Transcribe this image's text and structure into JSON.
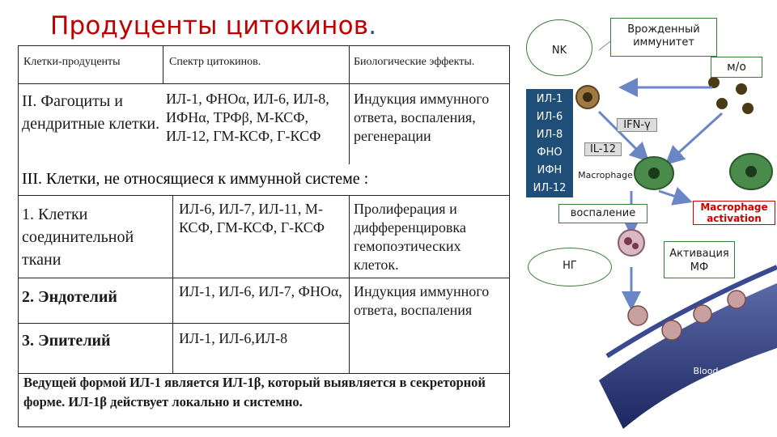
{
  "title": "Продуценты цитокинов",
  "title_dot": ".",
  "table": {
    "headers": [
      "Клетки-продуценты",
      "Спектр цитокинов.",
      "Биологические эффекты."
    ],
    "section2": {
      "producers": "II. Фагоциты и дендритные клетки.",
      "cytokines": "ИЛ-1, ФНОα, ИЛ-6, ИЛ-8, ИФНα, ТРФβ, М-КСФ, ИЛ-12, ГМ-КСФ, Г-КСФ",
      "effects": "Индукция иммунного ответа, воспаления, регенерации"
    },
    "section3_title": "III. Клетки, не относящиеся к иммунной системе :",
    "rows": [
      {
        "producers": "1. Клетки соединительной ткани",
        "cytokines": "ИЛ-6, ИЛ-7, ИЛ-11, М-КСФ, ГМ-КСФ, Г-КСФ",
        "effects": "Пролиферация и дифференцировка гемопоэтических клеток."
      },
      {
        "producers": "2. Эндотелий",
        "cytokines": "ИЛ-1, ИЛ-6, ИЛ-7, ФНОα,",
        "effects": "Индукция иммунного ответа, воспаления"
      },
      {
        "producers": "3. Эпителий",
        "cytokines": "ИЛ-1, ИЛ-6,ИЛ-8",
        "effects": ""
      }
    ],
    "footer": "Ведущей формой ИЛ-1 является ИЛ-1β, который выявляется в секреторной форме. ИЛ-1β действует локально и системно."
  },
  "diagram": {
    "nk": "NK",
    "innate": "Врожденный иммунитет",
    "mo": "м/о",
    "cytokine_box": [
      "ИЛ-1",
      "ИЛ-6",
      "ИЛ-8",
      "ФНО",
      "ИФН",
      "ИЛ-12"
    ],
    "ifn": "IFN-γ",
    "il12": "IL-12",
    "macrophage": "Macrophage",
    "macro_activation": "Macrophage activation",
    "inflammation": "воспаление",
    "ng": "НГ",
    "mf_activation": "Активация МФ",
    "blood_vessel": "Blood vessel"
  },
  "colors": {
    "title": "#c00000",
    "cytokine_box": "#1f4e79",
    "arrow": "#6b86c4",
    "vessel": "#2a3a7a"
  }
}
